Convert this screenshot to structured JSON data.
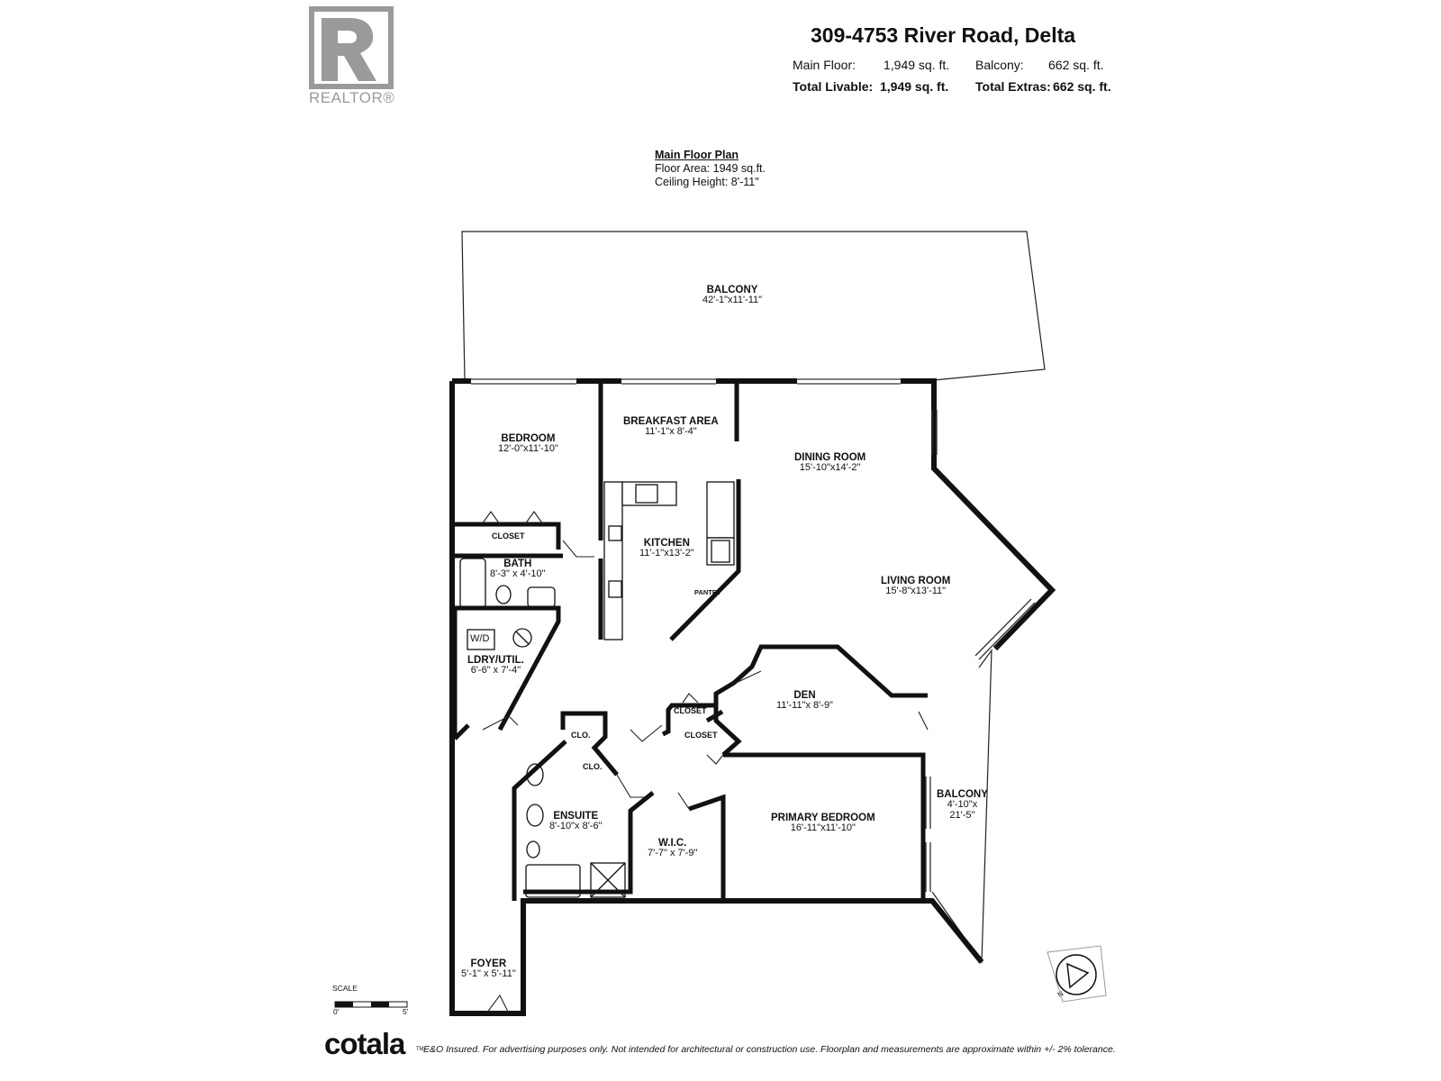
{
  "header": {
    "address": "309-4753 River Road, Delta",
    "main_floor_label": "Main Floor:",
    "main_floor_value": "1,949 sq. ft.",
    "balcony_label": "Balcony:",
    "balcony_value": "662 sq. ft.",
    "total_livable_label": "Total Livable:",
    "total_livable_value": "1,949 sq. ft.",
    "total_extras_label": "Total Extras:",
    "total_extras_value": "662 sq. ft."
  },
  "logo": {
    "text": "REALTOR®",
    "letter": "R"
  },
  "plan_info": {
    "title": "Main Floor Plan",
    "floor_area": "Floor Area: 1949 sq.ft.",
    "ceiling_height": "Ceiling Height: 8'-11\""
  },
  "rooms": {
    "balcony_top": {
      "name": "BALCONY",
      "dim": "42'-1\"x11'-11\""
    },
    "breakfast": {
      "name": "BREAKFAST AREA",
      "dim": "11'-1\"x 8'-4\""
    },
    "bedroom": {
      "name": "BEDROOM",
      "dim": "12'-0\"x11'-10\""
    },
    "dining": {
      "name": "DINING ROOM",
      "dim": "15'-10\"x14'-2\""
    },
    "kitchen": {
      "name": "KITCHEN",
      "dim": "11'-1\"x13'-2\""
    },
    "bath": {
      "name": "BATH",
      "dim": "8'-3\" x 4'-10\""
    },
    "living": {
      "name": "LIVING ROOM",
      "dim": "15'-8\"x13'-11\""
    },
    "laundry": {
      "name": "LDRY/UTIL.",
      "dim": "6'-6\" x 7'-4\""
    },
    "den": {
      "name": "DEN",
      "dim": "11'-11\"x 8'-9\""
    },
    "ensuite": {
      "name": "ENSUITE",
      "dim": "8'-10\"x 8'-6\""
    },
    "primary": {
      "name": "PRIMARY BEDROOM",
      "dim": "16'-11\"x11'-10\""
    },
    "wic": {
      "name": "W.I.C.",
      "dim": "7'-7\" x 7'-9\""
    },
    "balcony_side": {
      "name": "BALCONY",
      "dim1": "4'-10\"x",
      "dim2": "21'-5\""
    },
    "foyer": {
      "name": "FOYER",
      "dim": "5'-1\" x 5'-11\""
    }
  },
  "small_labels": {
    "closet": "CLOSET",
    "pantry": "PANTRY",
    "clo": "CLO.",
    "wd": "W/D"
  },
  "scale": {
    "label": "SCALE",
    "start": "0'",
    "end": "5'"
  },
  "compass": {
    "label": "N"
  },
  "footer": {
    "brand": "cotala",
    "tm": "TM",
    "note": "E&O Insured. For advertising purposes only. Not intended for architectural or construction use. Floorplan and measurements are approximate within +/- 2% tolerance."
  }
}
